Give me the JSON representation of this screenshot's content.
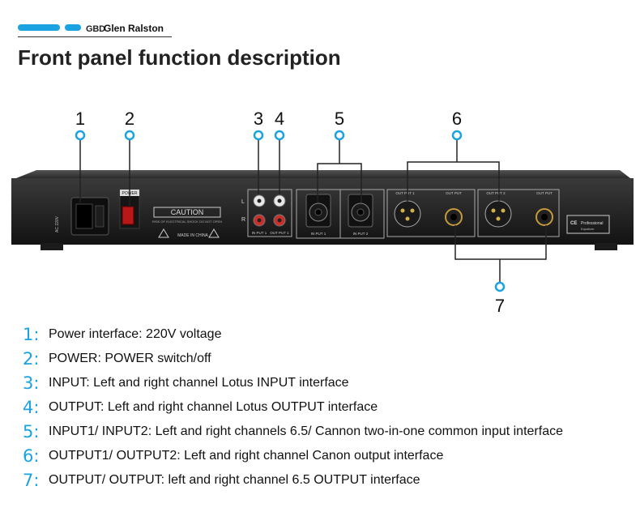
{
  "brand": {
    "logo_mark": "GBD",
    "name": "Glen Ralston",
    "accent_color": "#1aa3e0"
  },
  "title": "Front panel function description",
  "callouts": [
    "1",
    "2",
    "3",
    "4",
    "5",
    "6",
    "7"
  ],
  "panel": {
    "power_label": "POWER",
    "caution": "CAUTION",
    "caution_sub": "RISK OF ELECTRICAL SHOCK DO NOT OPEN",
    "made_in": "MADE IN CHINA",
    "ac_label": "AC 220V",
    "left_label": "L",
    "right_label": "R",
    "rca_input": "IN PUT 1",
    "rca_output": "OUT PUT 1",
    "input1": "IN PUT 1",
    "input2": "IN PUT 2",
    "output1": "OUT PUT 1",
    "output2": "OUT PUT 2",
    "output_jack": "OUT PUT",
    "ce": "CE",
    "badge_line1": "Professional",
    "badge_line2": "Equalizer"
  },
  "legend": [
    {
      "num": "1:",
      "text": "Power interface: 220V voltage"
    },
    {
      "num": "2:",
      "text": "POWER: POWER switch/off"
    },
    {
      "num": "3:",
      "text": "INPUT: Left and right channel Lotus INPUT interface"
    },
    {
      "num": "4:",
      "text": "OUTPUT: Left and right channel Lotus OUTPUT interface"
    },
    {
      "num": "5:",
      "text": "INPUT1/ INPUT2: Left and right channels 6.5/ Cannon two-in-one common input interface"
    },
    {
      "num": "6:",
      "text": "OUTPUT1/ OUTPUT2: Left and right channel Canon output interface"
    },
    {
      "num": "7:",
      "text": "OUTPUT/ OUTPUT: left and right channel 6.5 OUTPUT interface"
    }
  ]
}
